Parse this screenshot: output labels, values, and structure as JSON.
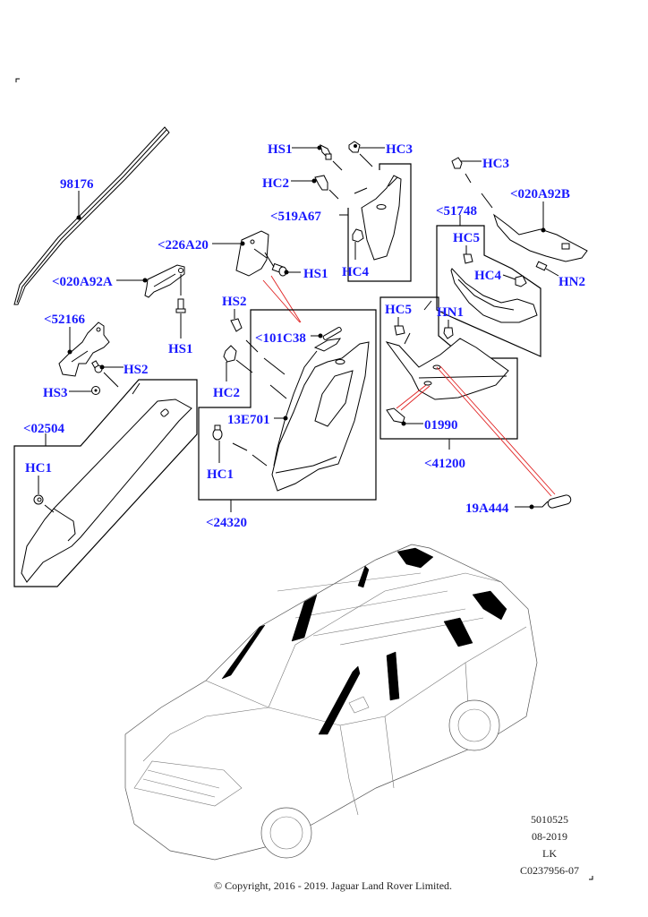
{
  "diagram": {
    "title": "Interior trim pillars exploded view",
    "label_color": "#1a1aff",
    "callouts": {
      "p98176": "98176",
      "p020A92A": "<020A92A",
      "p226A20": "<226A20",
      "hs1_top": "HS1",
      "hc3_top": "HC3",
      "hc2_top": "HC2",
      "p519A67": "<519A67",
      "hc4_top": "HC4",
      "hs1_mid": "HS1",
      "hs1_left": "HS1",
      "hc3_right": "HC3",
      "p020A92B": "<020A92B",
      "p51748": "<51748",
      "hc5_right": "HC5",
      "hc4_right": "HC4",
      "hn2": "HN2",
      "p52166": "<52166",
      "hs2_left": "HS2",
      "hs3": "HS3",
      "hs2_mid": "HS2",
      "p101C38": "<101C38",
      "hc2_mid": "HC2",
      "p13E701": "13E701",
      "hc1_mid": "HC1",
      "p24320": "<24320",
      "p02504": "<02504",
      "hc1_left": "HC1",
      "hc5_low": "HC5",
      "hn1": "HN1",
      "p01990": "01990",
      "p41200": "<41200",
      "p19A444": "19A444"
    },
    "meta": {
      "line1": "5010525",
      "line2": "08-2019",
      "line3": "LK",
      "line4": "C0237956-07"
    },
    "copyright": "© Copyright, 2016 - 2019. Jaguar Land Rover Limited."
  }
}
